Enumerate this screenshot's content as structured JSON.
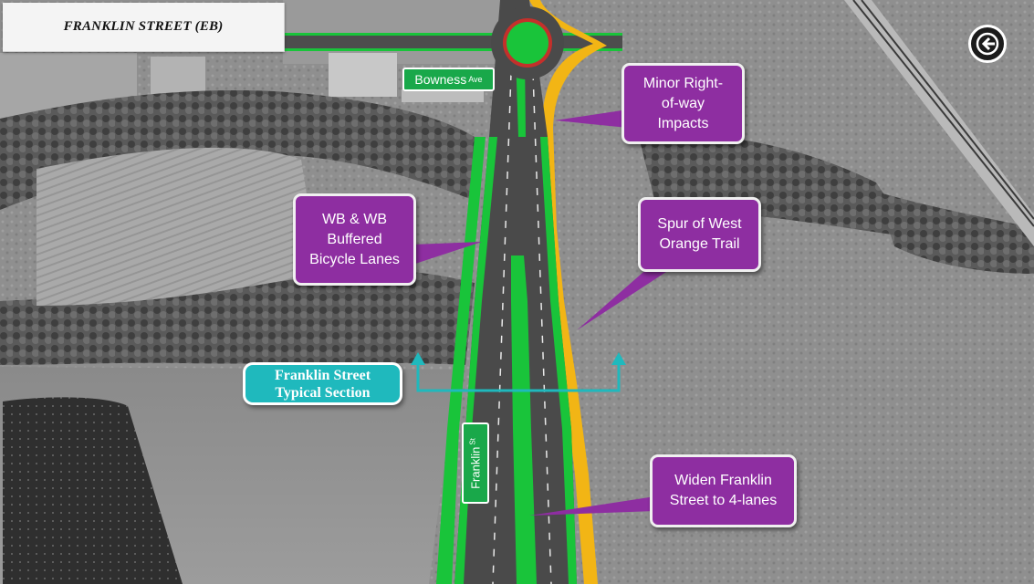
{
  "header": {
    "title": "FRANKLIN STREET (EB)"
  },
  "navigation": {
    "back_icon": "back-arrow-icon"
  },
  "street_signs": {
    "bowness": {
      "name": "Bowness",
      "suffix": "Ave"
    },
    "franklin": {
      "name": "Franklin",
      "suffix": "St"
    }
  },
  "callouts": {
    "right_of_way": "Minor Right-\nof-way\nImpacts",
    "bicycle_lanes": "WB & WB\nBuffered\nBicycle Lanes",
    "trail": "Spur of West\nOrange Trail",
    "widen": "Widen Franklin\nStreet to 4-lanes"
  },
  "typical_section": {
    "line1": "Franklin Street",
    "line2": "Typical Section"
  },
  "colors": {
    "callout_fill": "#8e2ea1",
    "section_fill": "#1fb9bd",
    "bike_lane_green": "#19c43a",
    "trail_orange": "#f2b515",
    "road_asphalt": "#4a4a4a"
  }
}
